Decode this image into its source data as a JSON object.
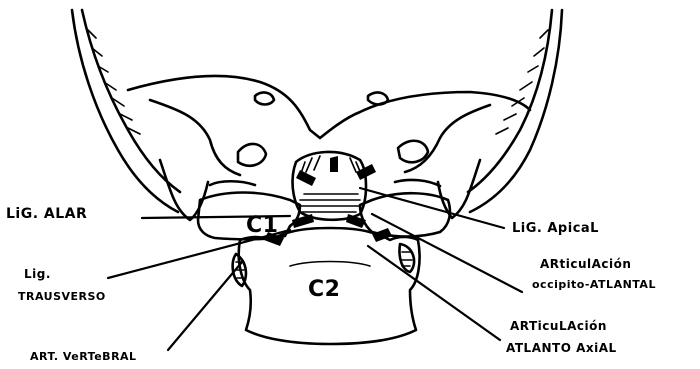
{
  "figure": {
    "labels": {
      "lig_alar": "LiG. ALAR",
      "lig_transverso_line1": "Lig.",
      "lig_transverso_line2": "TRAUSVERSO",
      "art_vertebral": "ART. VeRTeBRAL",
      "c1": "C1",
      "c2": "C2",
      "lig_apical": "LiG. ApicaL",
      "art_occipito_line1": "ARticulAción",
      "art_occipito_line2": "occipito-ATLANTAL",
      "art_atlanto_line1": "ARTicuLAción",
      "art_atlanto_line2": "ATLANTO AxiAL"
    }
  }
}
